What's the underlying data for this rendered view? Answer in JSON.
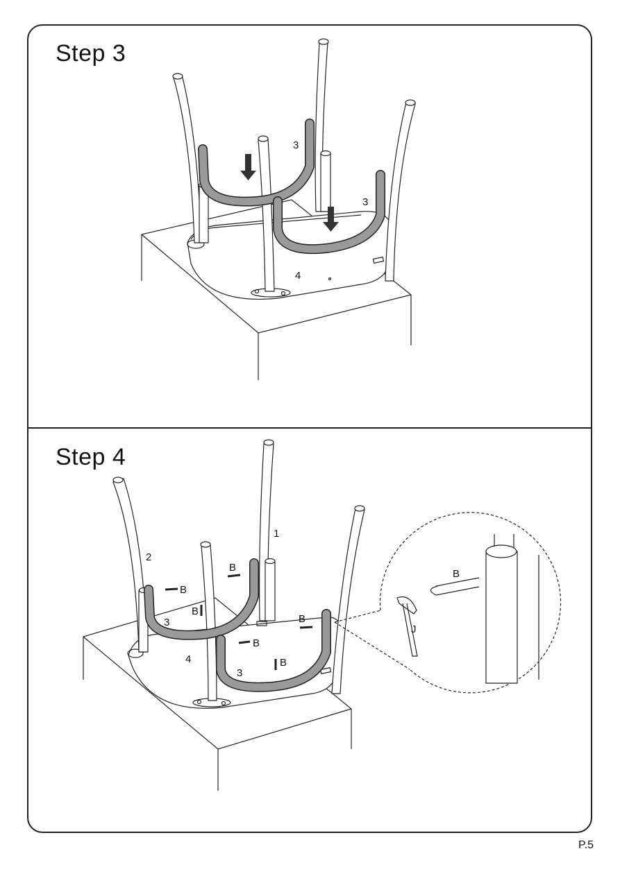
{
  "steps": [
    {
      "title": "Step  3",
      "labels": {
        "rail_a": "3",
        "rail_b": "3",
        "seat": "4"
      }
    },
    {
      "title": "Step  4",
      "labels": {
        "leg_front": "1",
        "leg_left": "2",
        "rail_left": "3",
        "rail_front": "3",
        "seat": "4",
        "bolt_1": "B",
        "bolt_2": "B",
        "bolt_3": "B",
        "bolt_4": "B",
        "bolt_5": "B",
        "bolt_6": "B",
        "detail_bolt": "B",
        "detail_key": "J"
      }
    }
  ],
  "page_number": "P.5"
}
